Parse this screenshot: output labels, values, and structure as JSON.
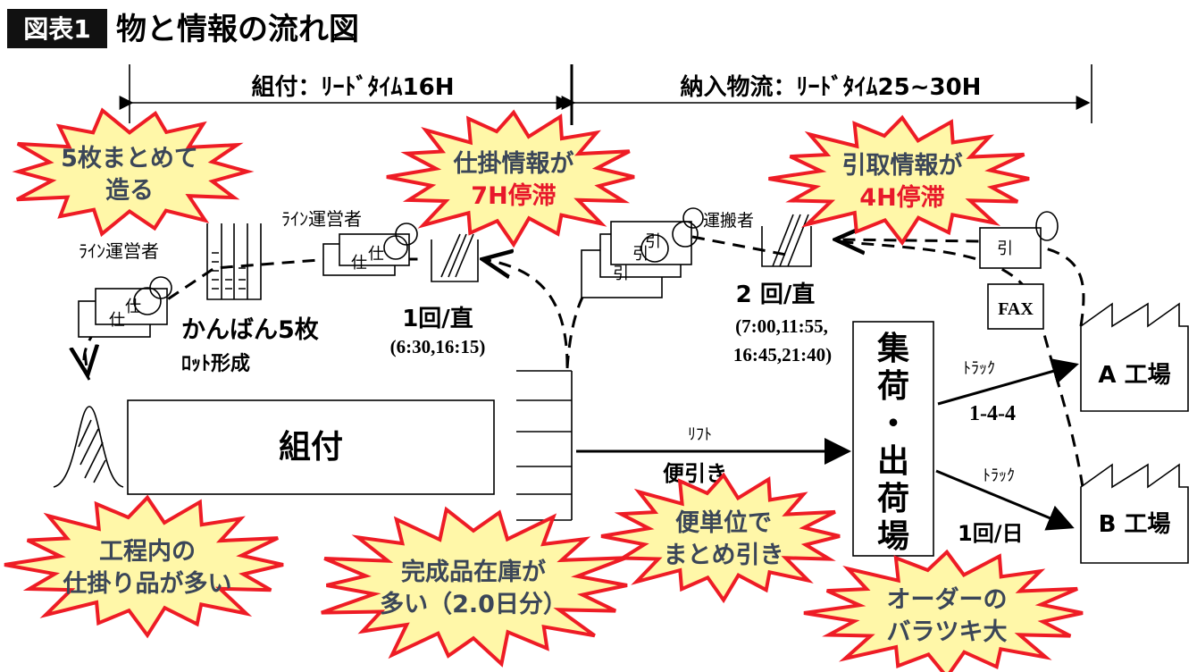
{
  "title": {
    "badge": "図表1",
    "text": "物と情報の流れ図"
  },
  "leadtimes": {
    "assembly": "組付：ﾘｰﾄﾞﾀｲﾑ16H",
    "logistics": "納入物流：ﾘｰﾄﾞﾀｲﾑ25~30H"
  },
  "bursts": [
    {
      "lines": [
        "5枚まとめて",
        "造る"
      ],
      "red_line": null
    },
    {
      "lines": [
        "仕掛情報が",
        "7H停滞"
      ],
      "red_line": 1
    },
    {
      "lines": [
        "引取情報が",
        "4H停滞"
      ],
      "red_line": 1
    },
    {
      "lines": [
        "工程内の",
        "仕掛り品が多い"
      ],
      "red_line": null
    },
    {
      "lines": [
        "完成品在庫が",
        "多い（2.0日分）"
      ],
      "red_line": null
    },
    {
      "lines": [
        "便単位で",
        "まとめ引き"
      ],
      "red_line": null
    },
    {
      "lines": [
        "オーダーの",
        "バラツキ大"
      ],
      "red_line": null
    }
  ],
  "labels": {
    "line_operator_1": "ﾗｲﾝ運営者",
    "line_operator_2": "ﾗｲﾝ運営者",
    "kanban": "かんばん5枚",
    "lot": "ﾛｯﾄ形成",
    "freq1": "1回/直",
    "times1": "(6:30,16:15)",
    "carrier": "運搬者",
    "freq2": "2 回/直",
    "times2a": "(7:00,11:55,",
    "times2b": "16:45,21:40)",
    "assembly_box": "組付",
    "lift": "ﾘﾌﾄ",
    "bin_pull": "便引き",
    "shipping": [
      "集",
      "荷",
      "・",
      "出",
      "荷",
      "場"
    ],
    "truck_a": "ﾄﾗｯｸ",
    "truck_a_freq": "1-4-4",
    "truck_b": "ﾄﾗｯｸ",
    "truck_b_freq": "1回/日",
    "factory_a": "A 工場",
    "factory_b": "B 工場",
    "fax": "FAX",
    "card_shi": "仕",
    "card_hiki": "引"
  },
  "colors": {
    "burst_fill": "#fff7a8",
    "burst_stroke": "#ee1c25",
    "burst_text": "#3b4658",
    "accent_red": "#e8182a"
  }
}
